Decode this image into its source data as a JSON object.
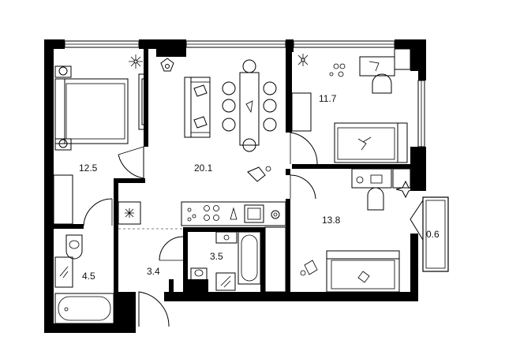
{
  "rooms": [
    {
      "id": "bedroom-left",
      "area": "12.5"
    },
    {
      "id": "living-kitchen",
      "area": "20.1"
    },
    {
      "id": "bedroom-top-right",
      "area": "11.7"
    },
    {
      "id": "bedroom-right",
      "area": "13.8"
    },
    {
      "id": "balcony",
      "area": "0.6"
    },
    {
      "id": "bathroom-left",
      "area": "4.5"
    },
    {
      "id": "hallway",
      "area": "3.4"
    },
    {
      "id": "bathroom-center",
      "area": "3.5"
    }
  ]
}
